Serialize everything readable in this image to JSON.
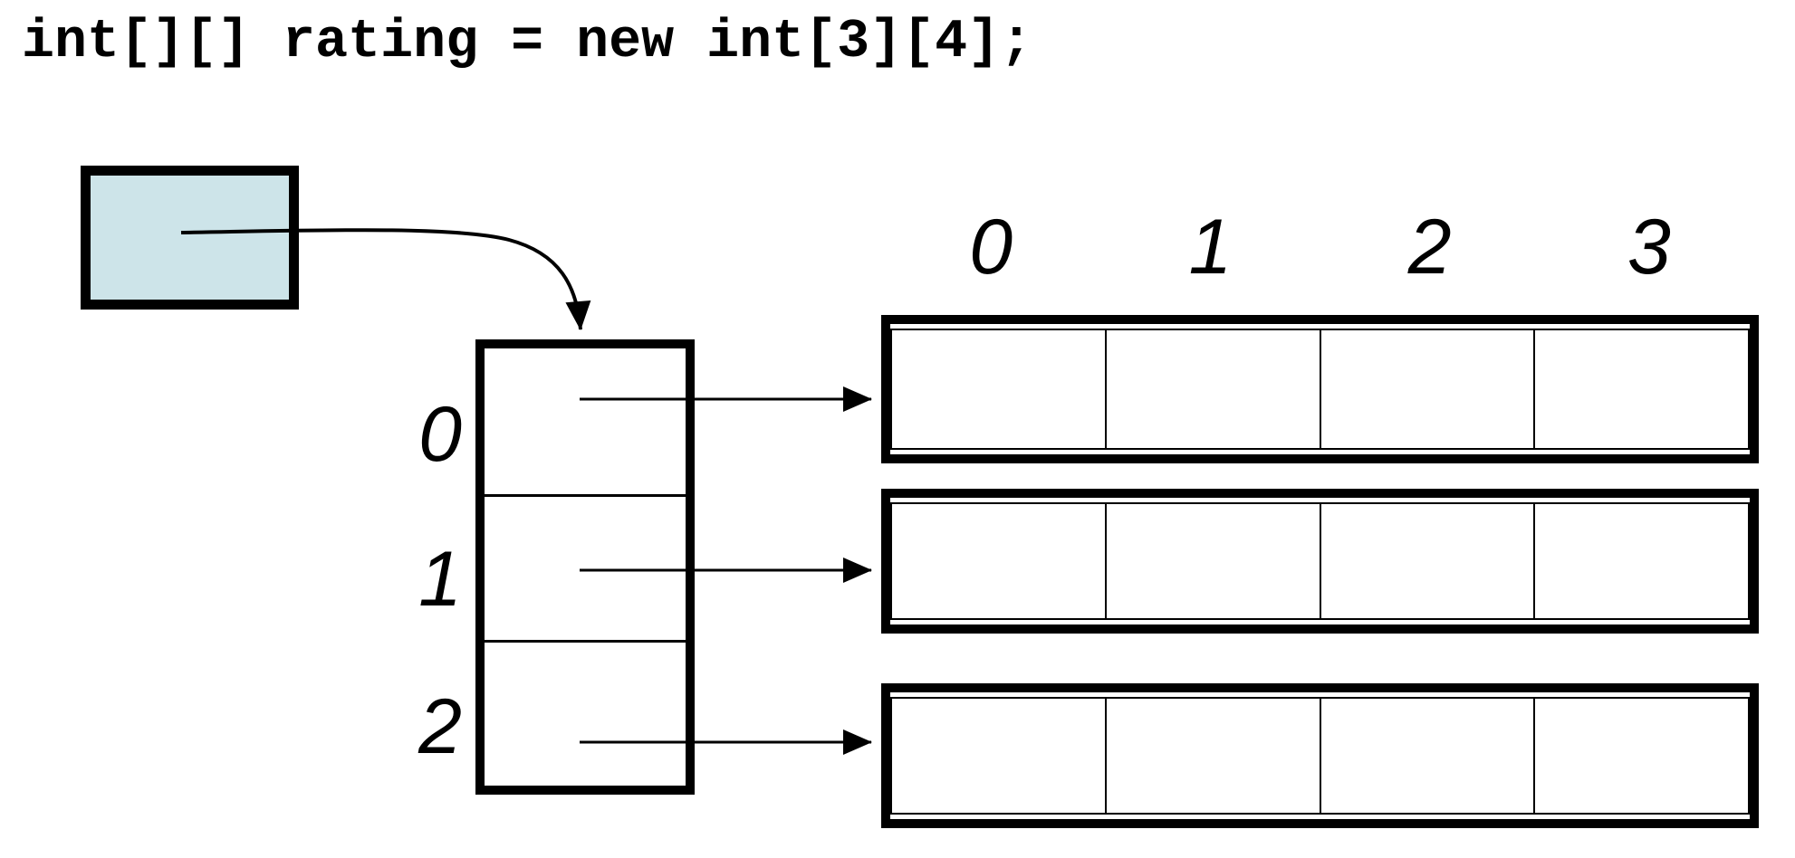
{
  "title": "int[][] rating = new int[3][4];",
  "outer_array": {
    "labels": [
      "0",
      "1",
      "2"
    ],
    "cells": 3
  },
  "column_headers": [
    "0",
    "1",
    "2",
    "3"
  ],
  "inner_arrays": {
    "rows": 3,
    "cols": 4,
    "cell_values": [
      [
        "",
        "",
        "",
        ""
      ],
      [
        "",
        "",
        "",
        ""
      ],
      [
        "",
        "",
        "",
        ""
      ]
    ]
  },
  "icons": {
    "reference_arrow": "curved-arrow-icon",
    "row_pointer": "right-arrow-icon"
  },
  "colors": {
    "reference_fill": "#cde4e9",
    "line": "#000000",
    "background": "#ffffff"
  }
}
